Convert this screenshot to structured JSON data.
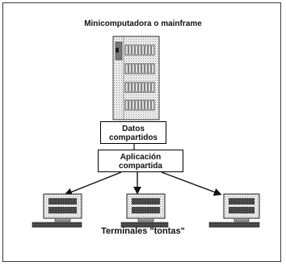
{
  "title": "Minicomputadora o mainframe",
  "boxes": {
    "shared_data": [
      "Datos",
      "compartidos"
    ],
    "shared_app": [
      "Aplicación",
      "compartida"
    ]
  },
  "caption": "Terminales \"tontas\""
}
